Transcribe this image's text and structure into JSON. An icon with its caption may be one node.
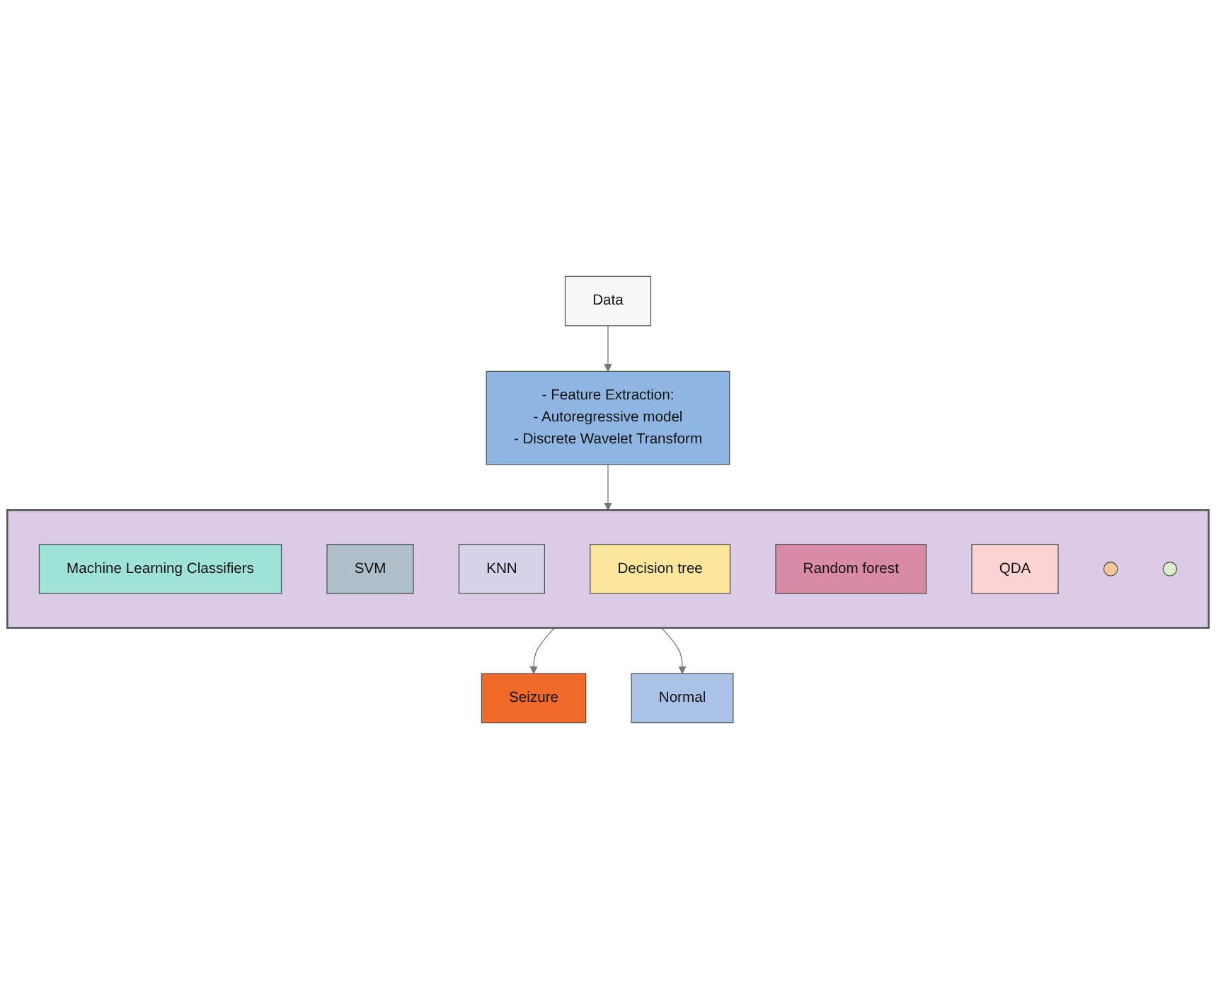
{
  "diagram": {
    "nodes": [
      {
        "text": [
          "Data"
        ]
      },
      {
        "text": [
          "- Feature Extraction:",
          "- Autoregressive model",
          "- Discrete Wavelet Transform"
        ]
      },
      {
        "text": [],
        "shape": "box"
      },
      {
        "text": [
          "Machine Learning Classifiers"
        ],
        "in": 2
      },
      {
        "text": [
          "SVM"
        ],
        "in": 2
      },
      {
        "text": [
          "KNN"
        ],
        "in": 2
      },
      {
        "text": [
          "Decision tree"
        ],
        "in": 2
      },
      {
        "text": [
          "Random forest"
        ],
        "in": 2
      },
      {
        "text": [
          "QDA"
        ],
        "in": 2
      },
      {
        "text": [],
        "shape": "ellipse",
        "in": 2
      },
      {
        "text": [],
        "shape": "ellipse",
        "in": 2
      },
      {
        "text": [
          "Seizure"
        ]
      },
      {
        "text": [
          "Normal"
        ]
      }
    ],
    "edges": [
      {
        "from": 0,
        "to": 1,
        "arrow": "to"
      },
      {
        "from": 1,
        "to": 2,
        "arrow": "to"
      },
      {
        "from": 2,
        "to": 11,
        "arrow": "to"
      },
      {
        "from": 2,
        "to": 12,
        "arrow": "to"
      }
    ]
  }
}
